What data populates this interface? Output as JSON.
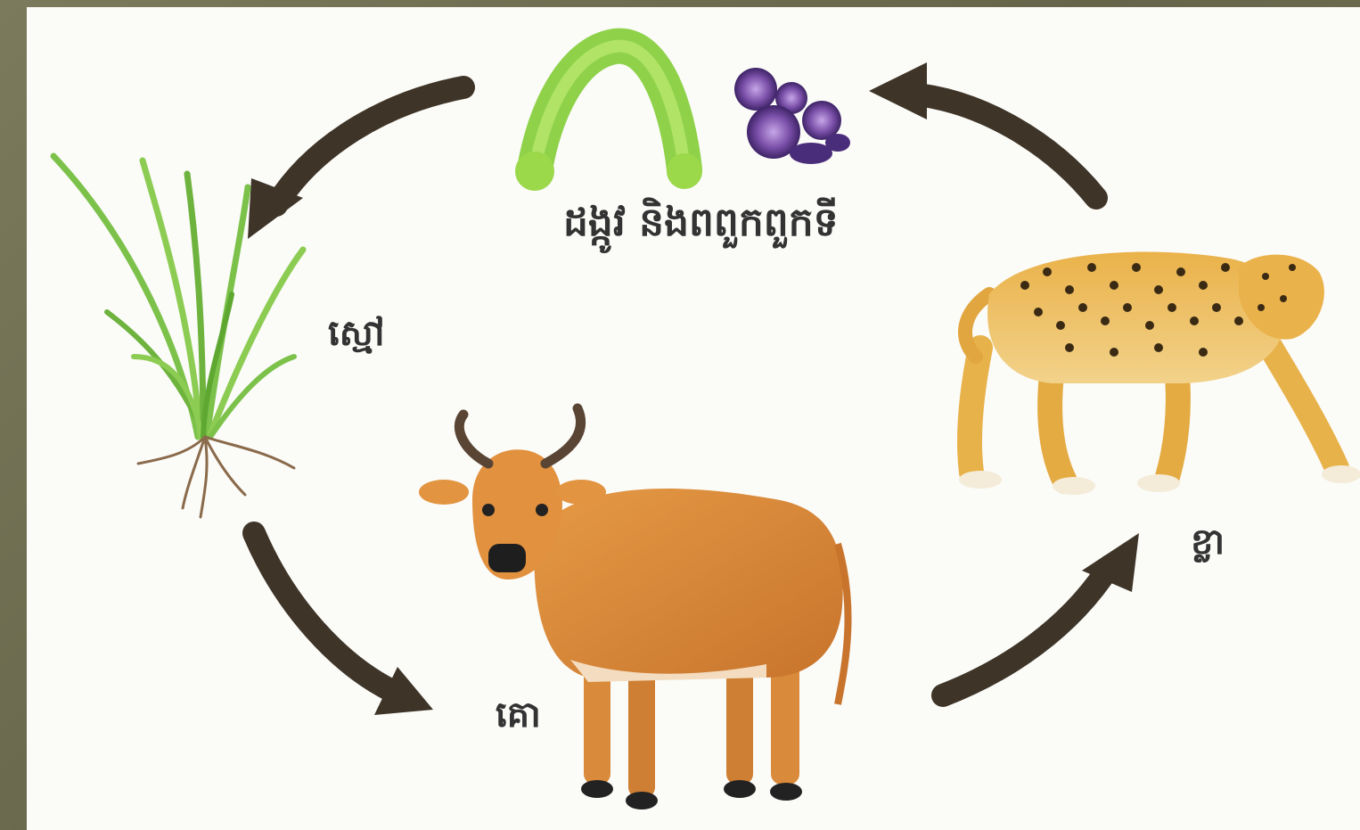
{
  "labels": {
    "decomposer": "ដង្កូវ និងពពួកពួកទី",
    "grass": "ស្មៅ",
    "cow": "គោ",
    "tiger": "ខ្លា"
  },
  "colors": {
    "frame": "#6f6d52",
    "background": "#fbfbf8",
    "arrow": "#3e3427",
    "grass": "#7cc24a",
    "caterpillar": "#9bd84a",
    "bacteria": "#7a4fa8",
    "cow": "#d98a3a",
    "leopard": "#e8b24a"
  },
  "icons": [
    "grass-icon",
    "caterpillar-icon",
    "bacteria-icon",
    "cow-icon",
    "leopard-icon",
    "arrow-icon"
  ]
}
